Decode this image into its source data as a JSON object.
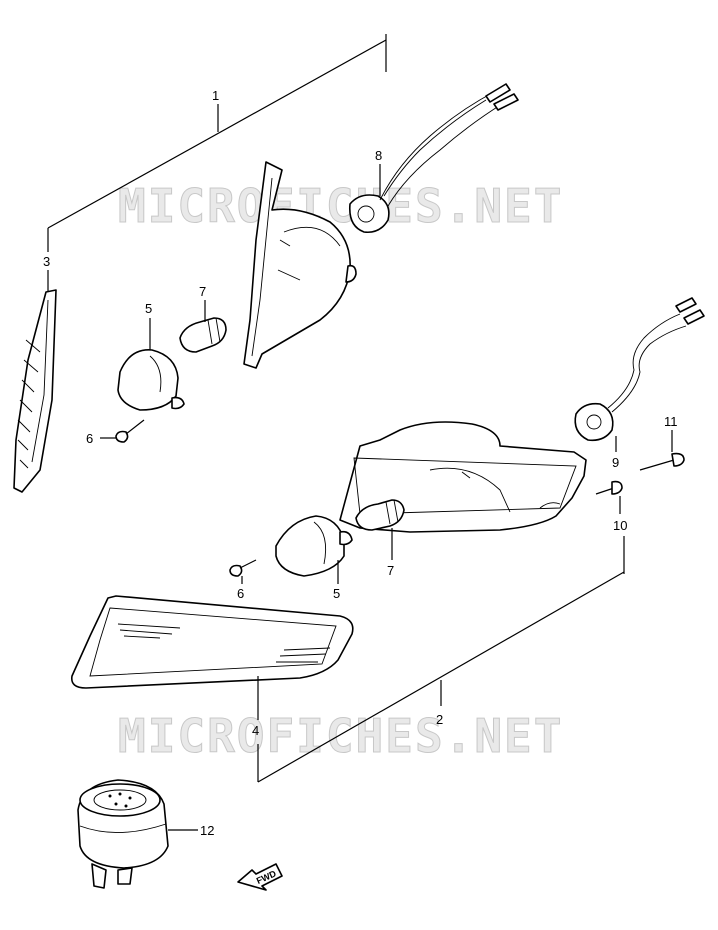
{
  "watermark": "MICROFICHES.NET",
  "fwd_label": "FWD",
  "callouts": {
    "c1": "1",
    "c2": "2",
    "c3": "3",
    "c4": "4",
    "c5a": "5",
    "c5b": "5",
    "c6a": "6",
    "c6b": "6",
    "c7a": "7",
    "c7b": "7",
    "c8": "8",
    "c9": "9",
    "c10": "10",
    "c11": "11",
    "c12": "12"
  }
}
